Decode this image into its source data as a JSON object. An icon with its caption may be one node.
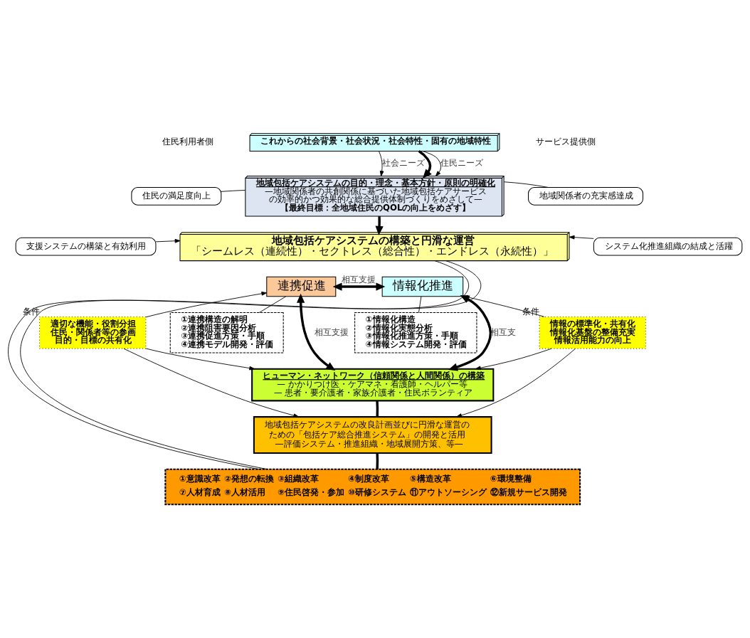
{
  "diagram": {
    "nodes": [
      {
        "text": [
          "これからの社会背景・社会状況・社会特性・固有の地域特性"
        ]
      },
      {
        "text": [
          "地域包括ケアシステムの目的・理念・基本方針・原則の明確化",
          "—地域関係者の共創関係に基づいた地域包括ケアサービスの効率的かつ効果的な総合提供体制づくりをめざして—",
          "【最終目標：全地域住民のQOLの向上をめざす】"
        ]
      },
      {
        "text": [
          "住民の満足度向上"
        ]
      },
      {
        "text": [
          "地域関係者の充実感達成"
        ]
      },
      {
        "text": [
          "支援システムの構築と有効利用"
        ]
      },
      {
        "text": [
          "システム化推進組織の結成と活躍"
        ]
      },
      {
        "text": [
          "地域包括ケアシステムの構築と円滑な運営",
          "「シームレス（連続性）・セクトレス（総合性）・エンドレス（永続性）」"
        ]
      },
      {
        "text": [
          "連携促進"
        ]
      },
      {
        "text": [
          "情報化推進"
        ]
      },
      {
        "text": [
          "適切な機能・役割分担",
          "住民・関係者等の参画",
          "目的・目標の共有化"
        ],
        "beside": [
          "条件"
        ]
      },
      {
        "text": [
          "①連携構造の解明",
          "②連携阻害要因分析",
          "③連携促進方策・手順",
          "④連携モデル開発・評価"
        ]
      },
      {
        "text": [
          "①情報化構造",
          "②情報化実態分析",
          "③情報化推進方策・手順",
          "④情報システム開発・評価"
        ]
      },
      {
        "text": [
          "情報の標準化・共有化",
          "情報化基盤の整備充実",
          "情報活用能力の向上"
        ],
        "beside": [
          "条件"
        ]
      },
      {
        "text": [
          "ヒューマン・ネットワーク（信頼関係と人間関係）の構築",
          "— かかりつけ医・ケアマネ・看護師・ヘルパー等 — 患者・要介護者・家族介護者・住民ボランティア"
        ]
      },
      {
        "text": [
          "地域包括ケアシステムの改良計画並びに円滑な運営のための「包括ケア総合推進システム」の開発と活用",
          "—評価システム・推進組織・地域展開方策、等—"
        ]
      },
      {
        "text": [
          "①意識改革",
          "②発想の転換",
          "③組織改革",
          "④制度改革",
          "⑤構造改革",
          "⑥環境整備",
          "⑦人材育成",
          "⑧人材活用",
          "⑨住民啓発・参加",
          "⑩研修システム",
          "⑪アウトソーシング",
          "⑫新規サービス開発"
        ]
      }
    ],
    "edges": [
      {
        "from": 0,
        "to": 1,
        "arrow": "to",
        "label": "社会ニーズ"
      },
      {
        "from": 0,
        "to": 1,
        "arrow": "to",
        "style": "thick"
      },
      {
        "from": 0,
        "to": 1,
        "arrow": "to",
        "label": "住民ニーズ"
      },
      {
        "from": 2,
        "to": 1,
        "arrow": "none"
      },
      {
        "from": 3,
        "to": 1,
        "arrow": "none"
      },
      {
        "from": 1,
        "to": 6,
        "arrow": "to",
        "style": "thick"
      },
      {
        "from": 4,
        "to": 6,
        "arrow": "to"
      },
      {
        "from": 5,
        "to": 6,
        "arrow": "to"
      },
      {
        "from": 7,
        "to": 8,
        "arrow": "both",
        "style": "thick",
        "label": "相互支援"
      },
      {
        "from": 9,
        "to": 7,
        "arrow": "to"
      },
      {
        "from": 12,
        "to": 8,
        "arrow": "to"
      },
      {
        "from": 7,
        "to": 10,
        "arrow": "none"
      },
      {
        "from": 8,
        "to": 11,
        "arrow": "none"
      },
      {
        "from": 7,
        "to": 13,
        "arrow": "both",
        "style": "thick",
        "label": "相互支援"
      },
      {
        "from": 8,
        "to": 13,
        "arrow": "both",
        "style": "thick",
        "label": "相互支"
      },
      {
        "from": 9,
        "to": 13,
        "arrow": "to"
      },
      {
        "from": 9,
        "to": 14,
        "arrow": "to"
      },
      {
        "from": 12,
        "to": 13,
        "arrow": "to"
      },
      {
        "from": 12,
        "to": 14,
        "arrow": "to"
      },
      {
        "from": 13,
        "to": 14,
        "arrow": "none",
        "style": "thick"
      },
      {
        "from": 14,
        "to": 15,
        "arrow": "none",
        "style": "thick"
      },
      {
        "from": 6,
        "to": 15,
        "arrow": "none"
      },
      {
        "from": 6,
        "to": 15,
        "arrow": "none"
      }
    ],
    "labels": [
      "住民利用者側",
      "サービス提供側"
    ]
  }
}
